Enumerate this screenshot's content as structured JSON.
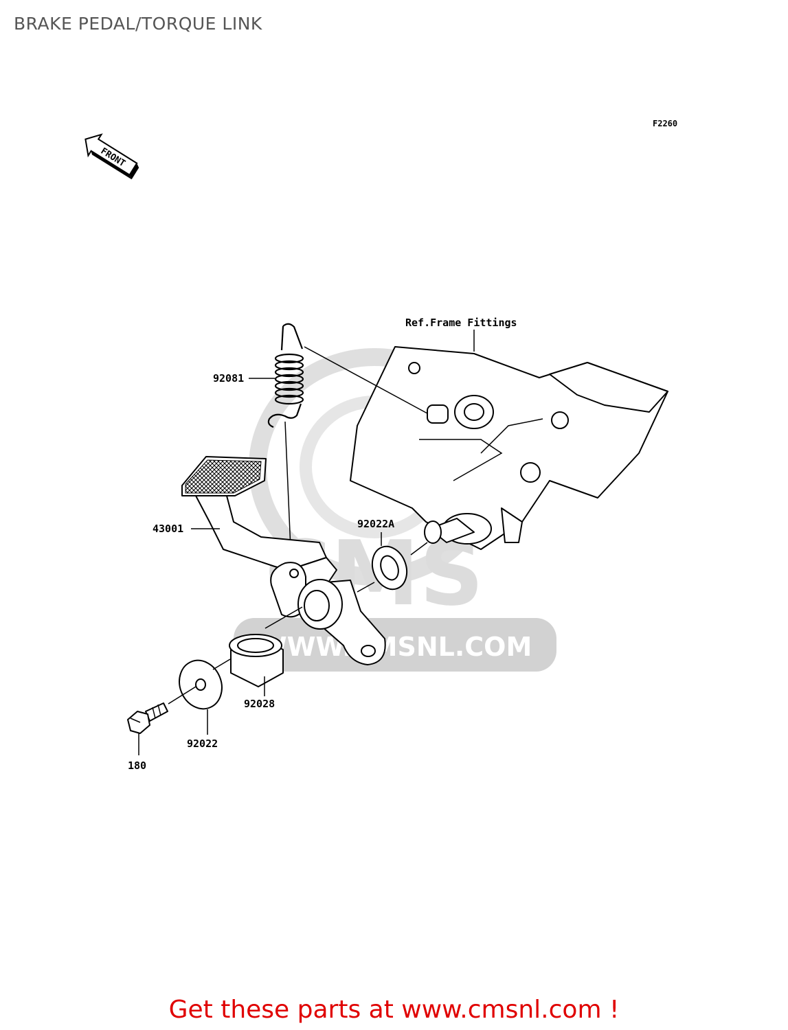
{
  "title": "BRAKE PEDAL/TORQUE LINK",
  "diagram": {
    "code": "F2260",
    "front_label": "FRONT",
    "reference_label": "Ref.Frame Fittings",
    "parts": [
      {
        "id": "92081"
      },
      {
        "id": "43001"
      },
      {
        "id": "92022A"
      },
      {
        "id": "92028"
      },
      {
        "id": "92022"
      },
      {
        "id": "180"
      }
    ],
    "watermark": {
      "brand": "CMS",
      "url": "WWW.CMSNL.COM"
    }
  },
  "footer": {
    "cta": "Get these parts at www.cmsnl.com !"
  },
  "colors": {
    "title": "#555555",
    "cta": "#e00000",
    "watermark": "#dcdcdc"
  }
}
